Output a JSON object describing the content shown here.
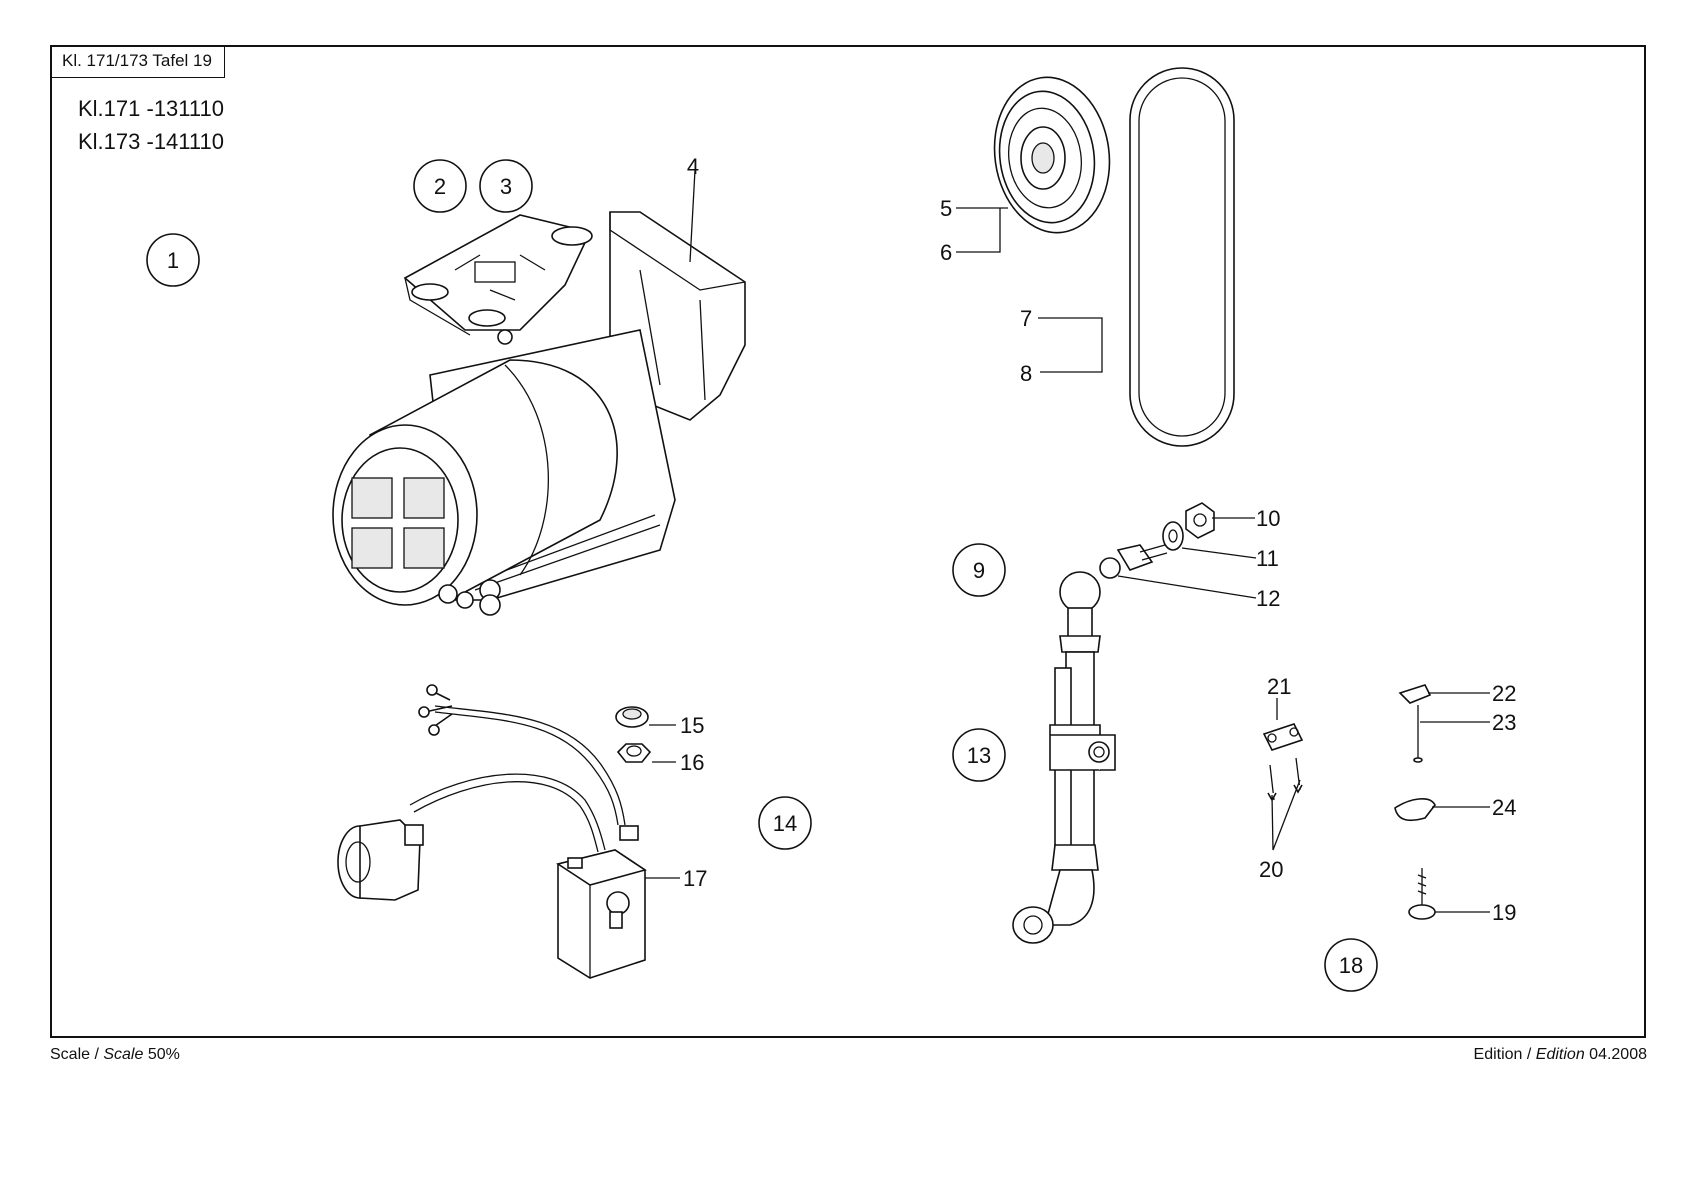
{
  "header": {
    "tafel": "Kl. 171/173 Tafel  19",
    "models": [
      "Kl.171 -131110",
      "Kl.173 -141110"
    ]
  },
  "footer": {
    "scale_prefix": "Scale / ",
    "scale_italic": "Scale",
    "scale_value": " 50%",
    "edition_prefix": "Edition / ",
    "edition_italic": "Edition",
    "edition_value": "  04.2008"
  },
  "circled": [
    "1",
    "2",
    "3",
    "9",
    "13",
    "14",
    "18"
  ],
  "callouts": [
    "4",
    "5",
    "6",
    "7",
    "8",
    "10",
    "11",
    "12",
    "15",
    "16",
    "17",
    "19",
    "20",
    "21",
    "22",
    "23",
    "24"
  ]
}
